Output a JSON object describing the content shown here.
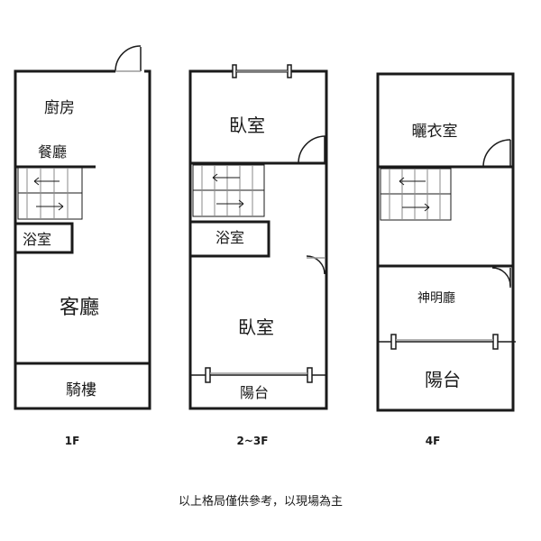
{
  "floors": {
    "f1": {
      "label": "1F",
      "rooms": {
        "kitchen": "廚房",
        "dining": "餐廳",
        "bath": "浴室",
        "living": "客廳",
        "arcade": "騎樓"
      }
    },
    "f23": {
      "label": "2~3F",
      "rooms": {
        "bedroom_top": "臥室",
        "bath": "浴室",
        "bedroom_bottom": "臥室",
        "balcony": "陽台"
      }
    },
    "f4": {
      "label": "4F",
      "rooms": {
        "drying": "曬衣室",
        "shrine": "神明廳",
        "balcony": "陽台"
      }
    }
  },
  "note": "以上格局僅供參考，以現場為主"
}
